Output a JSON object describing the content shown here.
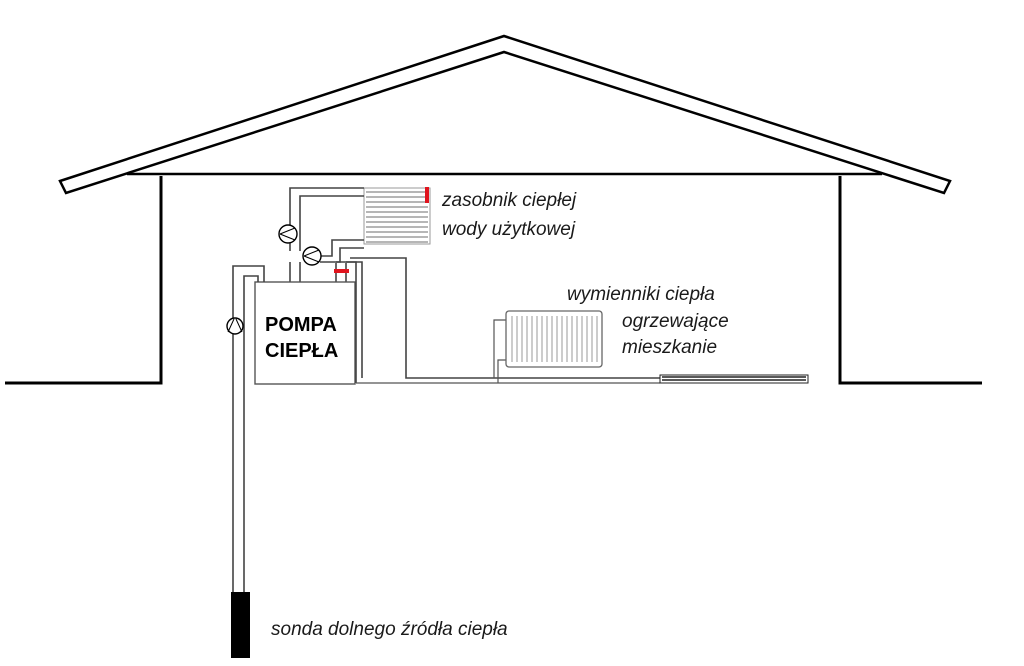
{
  "labels": {
    "tank_line1": "zasobnik ciepłej",
    "tank_line2": "wody użytkowej",
    "radiator_line1": "wymienniki ciepła",
    "radiator_line2": "ogrzewające",
    "radiator_line3": "mieszkanie",
    "pump_line1": "POMPA",
    "pump_line2": "CIEPŁA",
    "probe": "sonda dolnego źródła ciepła"
  },
  "colors": {
    "hot_marker": "#e0141e",
    "outline": "#000000",
    "pipe": "#444444"
  }
}
